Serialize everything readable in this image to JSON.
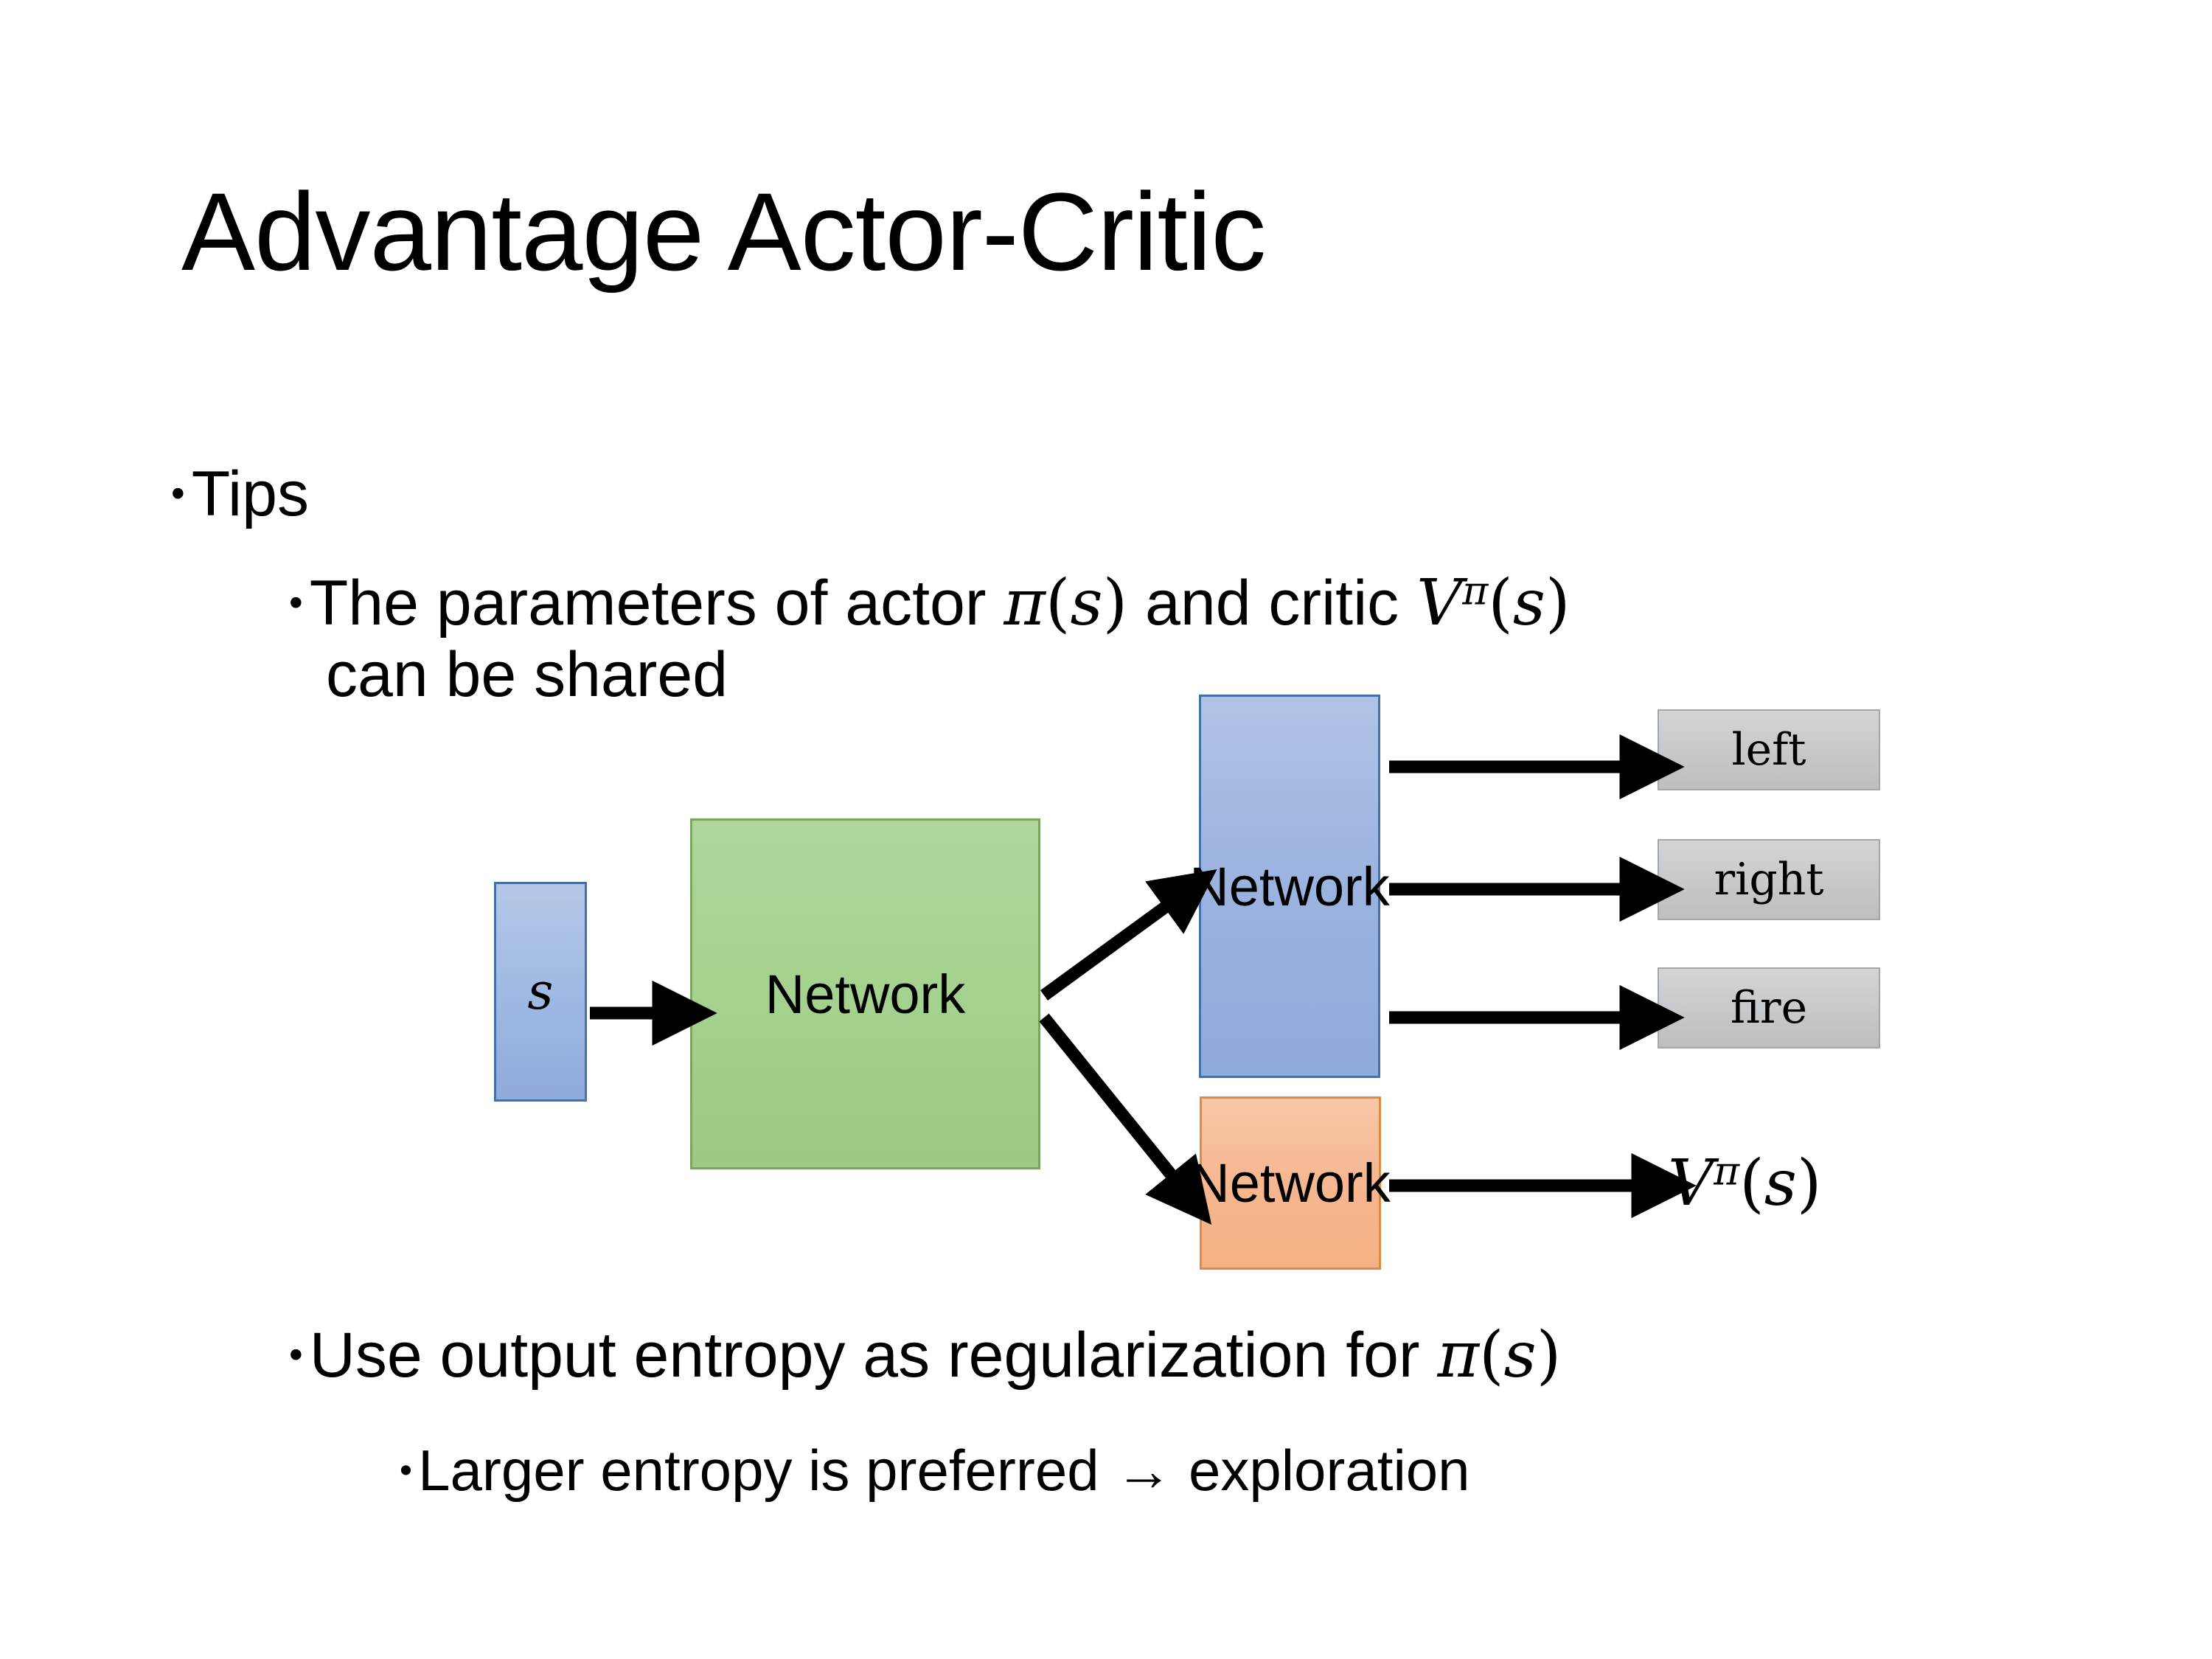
{
  "slide": {
    "title": "Advantage Actor-Critic",
    "background_color": "#ffffff",
    "text_color": "#000000"
  },
  "bullets": {
    "level1_tips": "Tips",
    "level2_shared_line1_pre": "The parameters of actor ",
    "level2_shared_line1_mid": "  and critic ",
    "level2_shared_line2": "can be shared",
    "level2_entropy_pre": "Use output entropy as regularization for ",
    "level3_entropy": "Larger entropy is preferred → exploration",
    "bullet_glyph": "•"
  },
  "math": {
    "pi_s": "π(s)",
    "v_pi_s": "Vπ(s)",
    "pi": "π",
    "s": "s",
    "V": "V",
    "open_paren": "(",
    "close_paren": ")"
  },
  "diagram": {
    "input_box": {
      "label": "s",
      "fill": "#8faadc",
      "border": "#4472a8"
    },
    "shared_network": {
      "label": "Network",
      "fill": "#9cca86",
      "border": "#79a65e"
    },
    "actor_network": {
      "label": "Network",
      "fill": "#8faadc",
      "border": "#4472a8"
    },
    "critic_network": {
      "label": "Network",
      "fill": "#f4b183",
      "border": "#e08b45"
    },
    "action_outputs": [
      {
        "label": "left",
        "fill": "#c6c9cb",
        "border": "#a6a6a6"
      },
      {
        "label": "right",
        "fill": "#c6c9cb",
        "border": "#a6a6a6"
      },
      {
        "label": "fire",
        "fill": "#c6c9cb",
        "border": "#a6a6a6"
      }
    ],
    "critic_output": "Vπ(s)",
    "arrow_color": "#000000"
  }
}
